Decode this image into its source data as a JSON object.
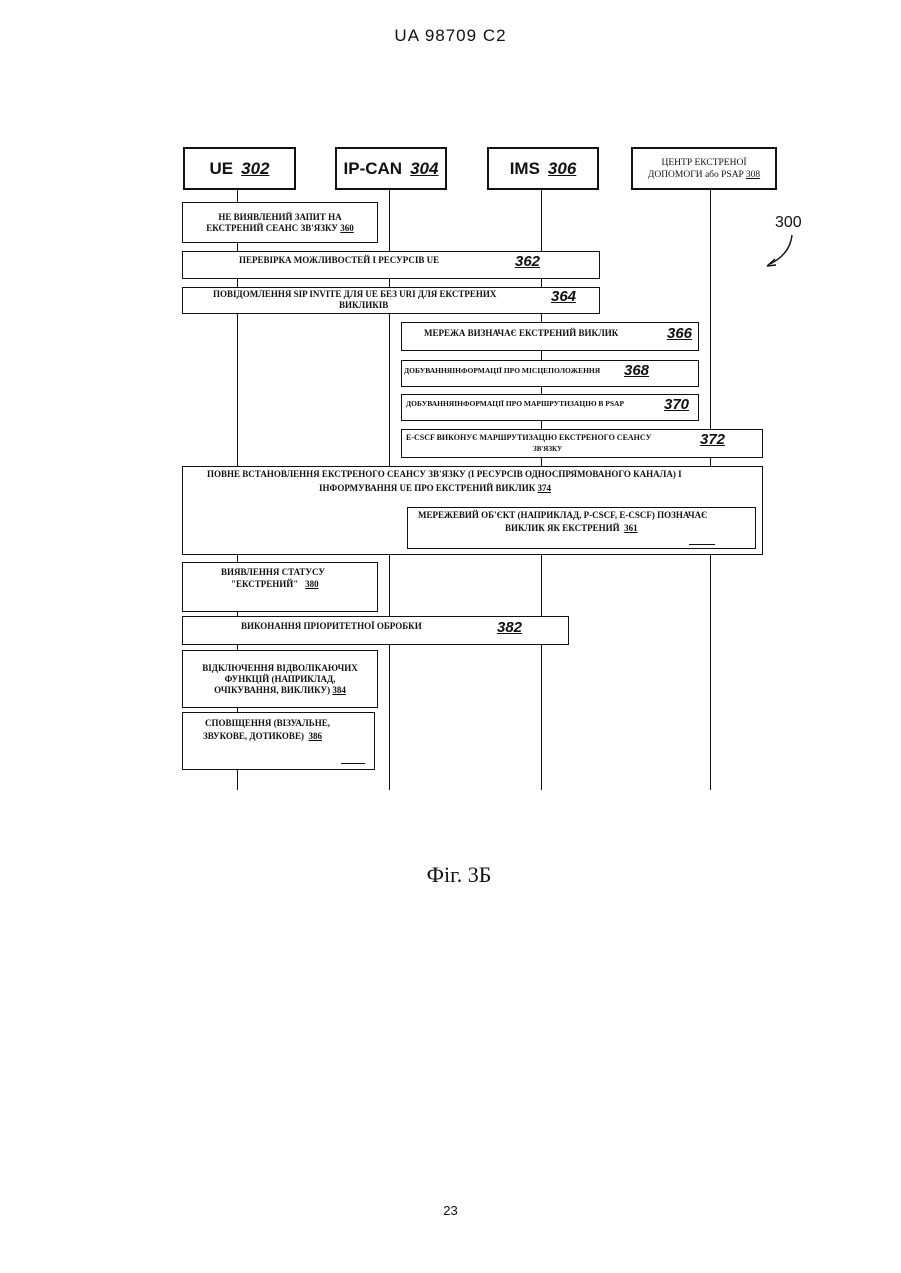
{
  "page": {
    "header": "UA 98709 C2",
    "page_number": "23",
    "figure_caption": "Фіг. 3Б",
    "figure_ref": "300"
  },
  "entities": [
    {
      "id": "ue",
      "label": "UE",
      "ref": "302"
    },
    {
      "id": "ipcan",
      "label": "IP-CAN",
      "ref": "304"
    },
    {
      "id": "ims",
      "label": "IMS",
      "ref": "306"
    },
    {
      "id": "psap",
      "label_line1": "ЦЕНТР ЕКСТРЕНОЇ",
      "label_line2": "ДОПОМОГИ або PSAP",
      "ref": "308"
    }
  ],
  "steps": {
    "s360": {
      "line1": "НЕ ВИЯВЛЕНИЙ ЗАПИТ НА",
      "line2": "ЕКСТРЕНИЙ СЕАНС ЗВ'ЯЗКУ",
      "ref": "360"
    },
    "s362": {
      "text": "ПЕРЕВІРКА МОЖЛИВОСТЕЙ І РЕСУРСІВ UE",
      "ref": "362"
    },
    "s364": {
      "line1": "ПОВІДОМЛЕННЯ SIP INVITE для UE БЕЗ URI для ЕКСТРЕНИХ",
      "line2": "ВИКЛИКІВ",
      "ref": "364"
    },
    "s366": {
      "text": "МЕРЕЖА ВИЗНАЧАЄ ЕКСТРЕНИЙ ВИКЛИК",
      "ref": "366"
    },
    "s368": {
      "text": "ДОБУВАННЯІНФОРМАЦІЇ ПРО МІСЦЕПОЛОЖЕННЯ",
      "ref": "368"
    },
    "s370": {
      "text": "ДОБУВАННЯІНФОРМАЦІЇ ПРО МАРШРУТИЗАЦІЮ В PSAP",
      "ref": "370"
    },
    "s372": {
      "line1": "E-CSCF ВИКОНУЄ МАРШРУТИЗАЦІЮ ЕКСТРЕНОГО СЕАНСУ",
      "line2": "ЗВ'ЯЗКУ",
      "ref": "372"
    },
    "s374": {
      "line1": "ПОВНЕ ВСТАНОВЛЕННЯ ЕКСТРЕНОГО СЕАНСУ ЗВ'ЯЗКУ (І РЕСУРСІВ ОДНОСПРЯМОВАНОГО КАНАЛА) І",
      "line2": "ІНФОРМУВАННЯ UE ПРО ЕКСТРЕНИЙ ВИКЛИК",
      "ref": "374"
    },
    "s361": {
      "line1": "МЕРЕЖЕВИЙ ОБ'ЄКТ (НАПРИКЛАД, P-CSCF, E-CSCF) ПОЗНАЧАЄ",
      "line2": "ВИКЛИК ЯК ЕКСТРЕНИЙ",
      "ref": "361"
    },
    "s380": {
      "line1": "ВИЯВЛЕННЯ СТАТУСУ",
      "line2": "\"ЕКСТРЕНИЙ\"",
      "ref": "380"
    },
    "s382": {
      "text": "ВИКОНАННЯ ПРІОРИТЕТНОЇ ОБРОБКИ",
      "ref": "382"
    },
    "s384": {
      "line1": "ВІДКЛЮЧЕННЯ ВІДВОЛІКАЮЧИХ",
      "line2": "ФУНКЦІЙ (НАПРИКЛАД,",
      "line3": "ОЧІКУВАННЯ, ВИКЛИКУ)",
      "ref": "384"
    },
    "s386": {
      "line1": "СПОВІЩЕННЯ (ВІЗУАЛЬНЕ,",
      "line2": "ЗВУКОВЕ, ДОТИКОВЕ)",
      "ref": "386"
    }
  }
}
